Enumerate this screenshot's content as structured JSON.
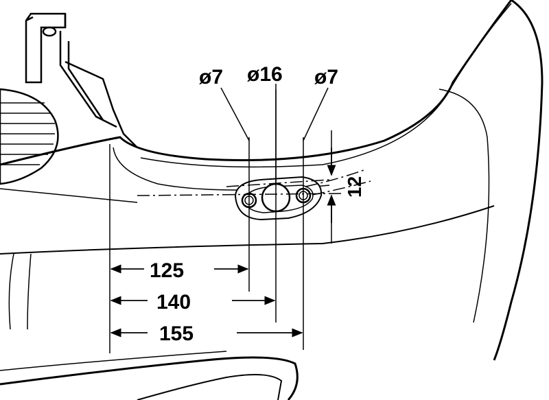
{
  "diagram": {
    "labels": {
      "hole_left": "ø7",
      "hole_center": "ø16",
      "hole_right": "ø7",
      "offset_vertical": "12",
      "dim_125": "125",
      "dim_140": "140",
      "dim_155": "155"
    },
    "colors": {
      "ink": "#000000",
      "paper": "#ffffff",
      "shade": "#e6e6e6"
    }
  }
}
